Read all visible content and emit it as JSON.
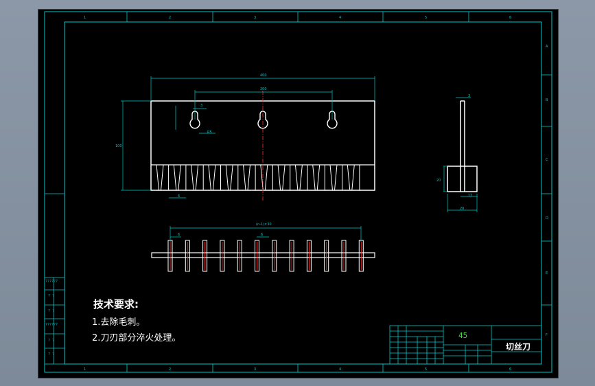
{
  "drawing": {
    "part_name": "切丝刀",
    "material": "45",
    "tech_requirements": {
      "title": "技术要求:",
      "items": [
        "1.去除毛刺。",
        "2.刀刃部分淬火处理。"
      ]
    },
    "zone_labels_top": [
      "1",
      "2",
      "3",
      "4",
      "5",
      "6"
    ],
    "zone_labels_right": [
      "A",
      "B",
      "C",
      "D",
      "E",
      "F"
    ],
    "dimensions": {
      "overall_width": "400",
      "hole_spacing": "200",
      "height": "100",
      "thickness": "3",
      "tooth_pitch_pattern": "(n-1)×30",
      "slot_width": "R5",
      "tooth_gap": "6",
      "side_height": "20",
      "side_base": "12",
      "side_width": "20"
    },
    "title_block": {
      "question_marks": [
        "??????",
        "? ?",
        "? ?",
        "??????",
        "? ?",
        "? ?"
      ]
    }
  },
  "colors": {
    "background": "#000000",
    "frame": "#00c8c8",
    "part": "#ffffff",
    "dimension": "#00c8c8",
    "centerline": "#ff3030",
    "material_text": "#4bd14b"
  }
}
